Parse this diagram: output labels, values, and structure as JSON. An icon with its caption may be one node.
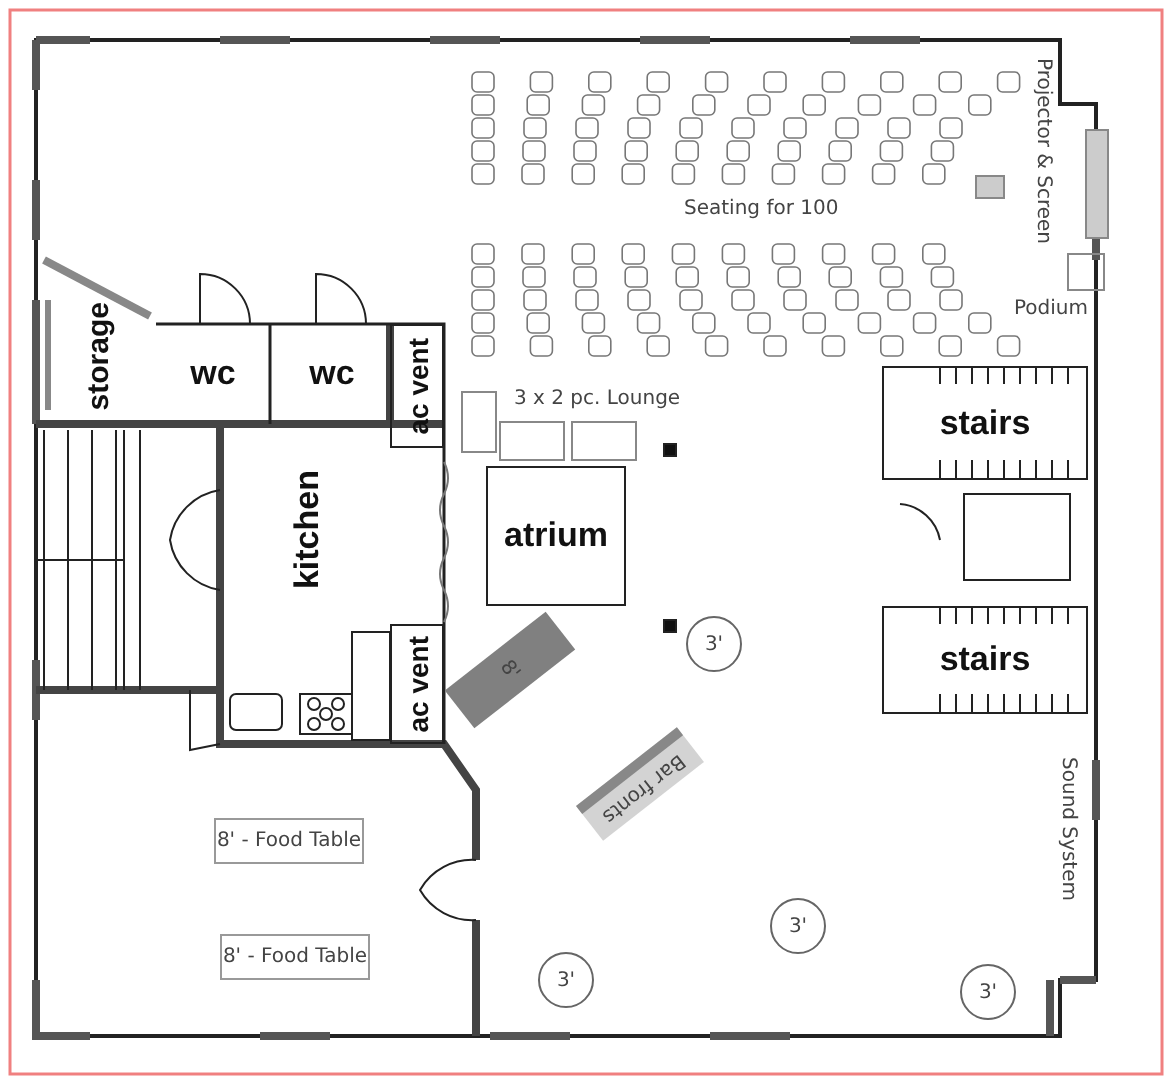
{
  "diagram": {
    "nodes": [
      {
        "text": [
          "storage"
        ]
      },
      {
        "text": [
          "wc"
        ]
      },
      {
        "text": [
          "wc"
        ]
      },
      {
        "text": [
          "ac vent"
        ]
      },
      {
        "text": [
          "kitchen"
        ]
      },
      {
        "text": [
          "atrium"
        ]
      },
      {
        "text": [
          "stairs"
        ]
      },
      {
        "text": [
          "ac vent"
        ]
      },
      {
        "text": [
          "8'"
        ]
      },
      {
        "text": [
          "stairs"
        ]
      },
      {
        "text": [
          "3'"
        ]
      },
      {
        "text": [
          "Bar fronts"
        ]
      },
      {
        "text": [
          "8' - Food Table"
        ]
      },
      {
        "text": [
          "3'"
        ]
      },
      {
        "text": [
          "8' - Food Table"
        ]
      },
      {
        "text": [
          "3'"
        ]
      },
      {
        "text": [
          "3'"
        ]
      }
    ],
    "labels": [
      "Projector & Screen",
      "Seating for 100",
      "Podium",
      "3 x 2 pc. Lounge",
      "Sound System"
    ]
  }
}
